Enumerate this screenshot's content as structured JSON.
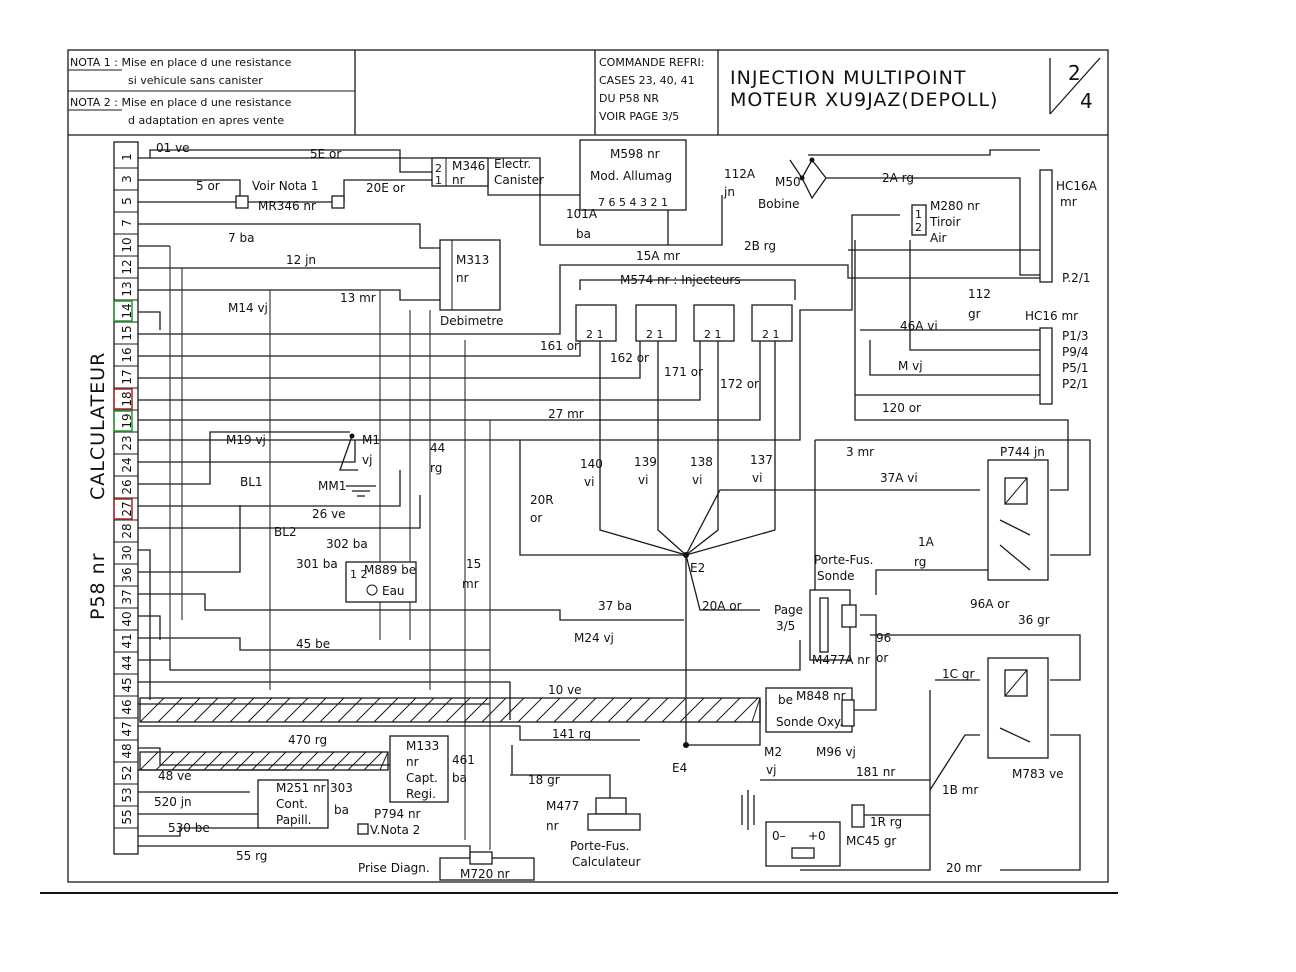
{
  "title_block": {
    "nota1": [
      "NOTA 1 : Mise en place d une resistance",
      "si vehicule sans canister"
    ],
    "nota2": [
      "NOTA 2 : Mise en place d une resistance",
      "d adaptation en apres vente"
    ],
    "commande": [
      "COMMANDE REFRI:",
      "CASES 23, 40, 41",
      "DU P58 NR",
      "VOIR PAGE 3/5"
    ],
    "title_lines": [
      "INJECTION MULTIPOINT",
      "MOTEUR  XU9JAZ(DEPOLL)"
    ],
    "page": [
      "2",
      "4"
    ]
  },
  "connector": {
    "label_main": "CALCULATEUR",
    "label_ref": "P58 nr",
    "pins": [
      "1",
      "3",
      "5",
      "7",
      "10",
      "12",
      "13",
      "14",
      "15",
      "16",
      "17",
      "18",
      "19",
      "23",
      "24",
      "26",
      "27",
      "28",
      "30",
      "36",
      "37",
      "40",
      "41",
      "44",
      "45",
      "46",
      "47",
      "48",
      "52",
      "53",
      "55"
    ]
  },
  "components": {
    "m346": [
      "M346",
      "nr",
      "Electr.",
      "Canister"
    ],
    "mr346": "MR346 nr",
    "voir_nota1": "Voir Nota 1",
    "m598": [
      "M598 nr",
      "Mod. Allumag"
    ],
    "m50": [
      "M50",
      "Bobine"
    ],
    "hc16a": [
      "HC16A",
      "mr"
    ],
    "m280": [
      "M280 nr",
      "Tiroir",
      "Air"
    ],
    "m313": [
      "M313",
      "nr",
      "Debimetre"
    ],
    "m574": "M574 nr : Injecteurs",
    "hc16": "HC16 mr",
    "outputs": [
      "P.2/1",
      "P1/3",
      "P9/4",
      "P5/1",
      "P2/1"
    ],
    "m1": [
      "M1",
      "vj"
    ],
    "mm1": "MM1",
    "m889": [
      "M889 be",
      "Eau"
    ],
    "p744": "P744 jn",
    "porte_fus_sonde": [
      "Porte-Fus.",
      "Sonde"
    ],
    "m477a": "M477A nr",
    "e2": "E2",
    "page35": [
      "Page",
      "3/5"
    ],
    "m848": [
      "M848 nr",
      "Sonde Oxy."
    ],
    "m848_be": "be",
    "m783": "M783 ve",
    "m133": [
      "M133",
      "nr",
      "Capt.",
      "Regi."
    ],
    "m251": [
      "M251 nr",
      "Cont.",
      "Papill."
    ],
    "p794": [
      "P794 nr",
      "V.Nota 2"
    ],
    "m477": [
      "M477",
      "nr"
    ],
    "porte_fus_calc": [
      "Porte-Fus.",
      "Calculateur"
    ],
    "m2": [
      "M2",
      "vj"
    ],
    "e4": "E4",
    "mc45": "MC45 gr",
    "m720": [
      "Prise Diagn.",
      "M720 nr"
    ]
  },
  "wires": {
    "w01": "01 ve",
    "w5e": "5E or",
    "w5": "5 or",
    "w20e": "20E or",
    "w112a": [
      "112A",
      "jn"
    ],
    "w2a": "2A rg",
    "w101a": [
      "101A",
      "ba"
    ],
    "w7": "7 ba",
    "w12": "12 jn",
    "w2b": "2B rg",
    "w15a": "15A mr",
    "wm14": "M14 vj",
    "w13": "13 mr",
    "w112": [
      "112",
      "gr"
    ],
    "w46a": "46A vi",
    "w161": "161 or",
    "w162": "162 or",
    "w171": "171 or",
    "w172": "172 or",
    "wmvj": "M vj",
    "w120": "120 or",
    "w27": "27 mr",
    "wm19": "M19 vj",
    "w44": [
      "44",
      "rg"
    ],
    "w140": [
      "140",
      "vi"
    ],
    "w139": [
      "139",
      "vi"
    ],
    "w138": [
      "138",
      "vi"
    ],
    "w137": [
      "137",
      "vi"
    ],
    "w3": "3 mr",
    "w37a": "37A vi",
    "wbl1": "BL1",
    "w26": "26 ve",
    "w20r": [
      "20R",
      "or"
    ],
    "wbl2": "BL2",
    "w302": "302 ba",
    "w301": "301 ba",
    "w1a": [
      "1A",
      "rg"
    ],
    "w15": [
      "15",
      "mr"
    ],
    "w37": "37 ba",
    "w20a": "20A or",
    "w96a": "96A or",
    "w36": "36 gr",
    "wm24": "M24 vj",
    "w45": "45 be",
    "w96": [
      "96",
      "or"
    ],
    "w1c": "1C gr",
    "w10": "10 ve",
    "w141": "141 rg",
    "wm96": "M96 vj",
    "w470": "470 rg",
    "w461": [
      "461",
      "ba"
    ],
    "w48": "48 ve",
    "w18": "18 gr",
    "w181": "181 nr",
    "w520": "520 jn",
    "w303": [
      "303",
      "ba"
    ],
    "w18b": "1B mr",
    "w530": "530 be",
    "w1r": "1R rg",
    "w55": "55 rg",
    "w20": "20 mr"
  },
  "markers": {
    "green": [
      "14",
      "19"
    ],
    "red": [
      "18",
      "27"
    ],
    "green_color": "#2e9e3a",
    "red_color": "#b03030"
  }
}
